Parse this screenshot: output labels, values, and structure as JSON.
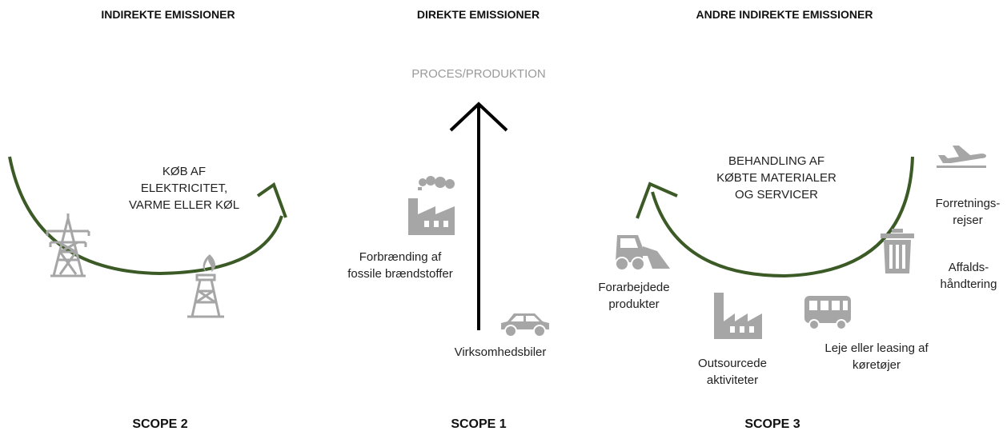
{
  "colors": {
    "arc": "#3b5a26",
    "icon": "#a6a6a6",
    "arrow": "#000000",
    "text": "#222222",
    "process_text": "#9a9a9a"
  },
  "headers": {
    "scope2": "INDIREKTE EMISSIONER",
    "scope1": "DIREKTE EMISSIONER",
    "scope3": "ANDRE INDIREKTE EMISSIONER"
  },
  "scope1": {
    "process_label": "PROCES/PRODUKTION",
    "combustion_label": "Forbrænding af\nfossile brændstoffer",
    "vehicles_label": "Virksomhedsbiler",
    "scope_label": "SCOPE 1",
    "icons": [
      "factory-smoke-icon",
      "car-icon"
    ]
  },
  "scope2": {
    "arc_label": "KØB AF\nELEKTRICITET,\nVARME ELLER KØL",
    "scope_label": "SCOPE 2",
    "icons": [
      "power-pylon-icon",
      "gas-rig-icon"
    ]
  },
  "scope3": {
    "arc_label": "BEHANDLING AF\nKØBTE MATERIALER\nOG SERVICER",
    "business_travel_label": "Forretnings-\nrejser",
    "waste_label": "Affalds-\nhåndtering",
    "processed_products_label": "Forarbejdede\nprodukter",
    "outsourced_label": "Outsourcede\naktiviteter",
    "leasing_label": "Leje eller leasing af\nkøretøjer",
    "scope_label": "SCOPE 3",
    "icons": [
      "airplane-icon",
      "trash-bin-icon",
      "skid-loader-icon",
      "factory-icon",
      "bus-icon"
    ]
  }
}
